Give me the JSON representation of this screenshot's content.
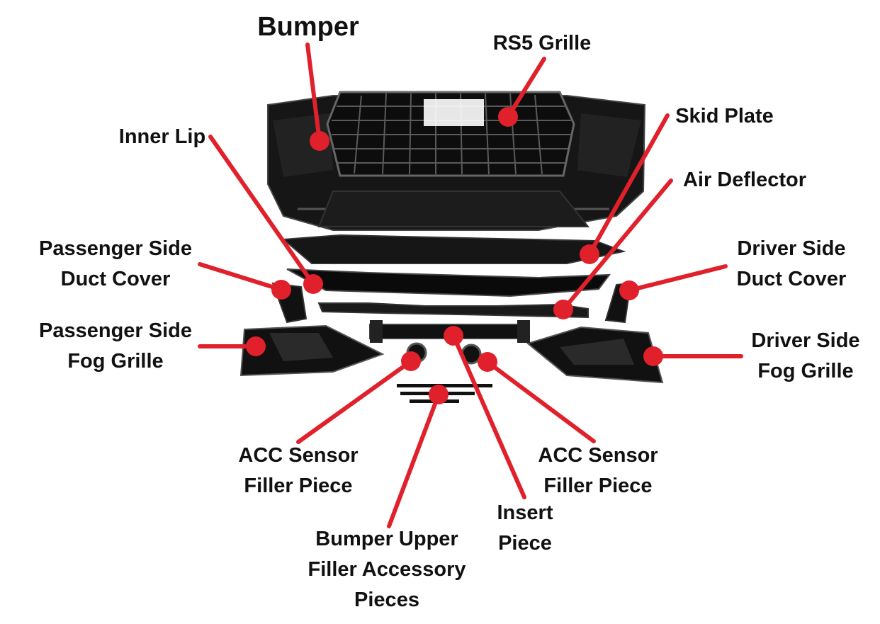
{
  "labels": {
    "bumper": [
      "Bumper"
    ],
    "rs5_grille": [
      "RS5 Grille"
    ],
    "skid_plate": [
      "Skid Plate"
    ],
    "inner_lip": [
      "Inner Lip"
    ],
    "air_deflector": [
      "Air Deflector"
    ],
    "passenger_duct": [
      "Passenger Side",
      "Duct Cover"
    ],
    "driver_duct": [
      "Driver Side",
      "Duct Cover"
    ],
    "passenger_fog": [
      "Passenger Side",
      "Fog Grille"
    ],
    "driver_fog": [
      "Driver Side",
      "Fog Grille"
    ],
    "acc_left": [
      "ACC Sensor",
      "Filler Piece"
    ],
    "acc_right": [
      "ACC Sensor",
      "Filler Piece"
    ],
    "insert": [
      "Insert",
      "Piece"
    ],
    "upper_filler": [
      "Bumper Upper",
      "Filler Accessory",
      "Pieces"
    ]
  },
  "colors": {
    "callout": "#e0202a",
    "part": "#141414",
    "part_edge": "#3a3a3a",
    "text": "#111111"
  }
}
